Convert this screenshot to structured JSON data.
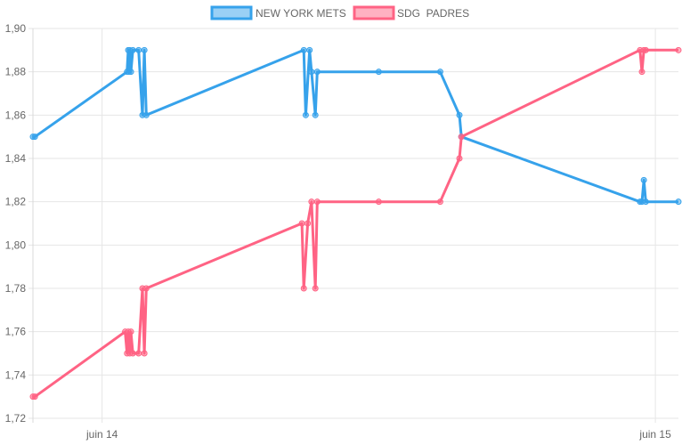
{
  "chart_data": {
    "type": "line",
    "x_unit": "time",
    "y_tick_labels": [
      "1,72",
      "1,74",
      "1,76",
      "1,78",
      "1,80",
      "1,82",
      "1,84",
      "1,86",
      "1,88",
      "1,90"
    ],
    "y_ticks": [
      1.72,
      1.74,
      1.76,
      1.78,
      1.8,
      1.82,
      1.84,
      1.86,
      1.88,
      1.9
    ],
    "ylim": [
      1.72,
      1.9
    ],
    "x_tick_labels": [
      "juin 14",
      "juin 15"
    ],
    "x_ticks": [
      "2014-06-14T00:00",
      "2014-06-15T00:00"
    ],
    "xlim": [
      "2014-06-13T21:00",
      "2014-06-15T01:00"
    ],
    "legend": {
      "position": "top"
    },
    "series": [
      {
        "name": "NEW YORK METS",
        "color": "#36a2eb",
        "points": [
          [
            "2014-06-13T21:00",
            1.85
          ],
          [
            "2014-06-13T21:05",
            1.85
          ],
          [
            "2014-06-14T01:05",
            1.88
          ],
          [
            "2014-06-14T01:08",
            1.89
          ],
          [
            "2014-06-14T01:10",
            1.88
          ],
          [
            "2014-06-14T01:12",
            1.89
          ],
          [
            "2014-06-14T01:15",
            1.88
          ],
          [
            "2014-06-14T01:20",
            1.89
          ],
          [
            "2014-06-14T01:35",
            1.89
          ],
          [
            "2014-06-14T01:45",
            1.86
          ],
          [
            "2014-06-14T01:50",
            1.89
          ],
          [
            "2014-06-14T01:55",
            1.86
          ],
          [
            "2014-06-14T08:45",
            1.89
          ],
          [
            "2014-06-14T08:50",
            1.86
          ],
          [
            "2014-06-14T09:00",
            1.89
          ],
          [
            "2014-06-14T09:05",
            1.88
          ],
          [
            "2014-06-14T09:15",
            1.86
          ],
          [
            "2014-06-14T09:20",
            1.88
          ],
          [
            "2014-06-14T12:00",
            1.88
          ],
          [
            "2014-06-14T14:40",
            1.88
          ],
          [
            "2014-06-14T15:30",
            1.86
          ],
          [
            "2014-06-14T15:35",
            1.85
          ],
          [
            "2014-06-14T23:20",
            1.82
          ],
          [
            "2014-06-14T23:25",
            1.82
          ],
          [
            "2014-06-14T23:30",
            1.83
          ],
          [
            "2014-06-14T23:35",
            1.82
          ],
          [
            "2014-06-15T01:00",
            1.82
          ]
        ]
      },
      {
        "name": "SDG  PADRES",
        "color": "#ff6384",
        "points": [
          [
            "2014-06-13T21:00",
            1.73
          ],
          [
            "2014-06-13T21:05",
            1.73
          ],
          [
            "2014-06-14T01:00",
            1.76
          ],
          [
            "2014-06-14T01:05",
            1.75
          ],
          [
            "2014-06-14T01:08",
            1.76
          ],
          [
            "2014-06-14T01:12",
            1.75
          ],
          [
            "2014-06-14T01:15",
            1.76
          ],
          [
            "2014-06-14T01:20",
            1.75
          ],
          [
            "2014-06-14T01:35",
            1.75
          ],
          [
            "2014-06-14T01:45",
            1.78
          ],
          [
            "2014-06-14T01:50",
            1.75
          ],
          [
            "2014-06-14T01:55",
            1.78
          ],
          [
            "2014-06-14T08:40",
            1.81
          ],
          [
            "2014-06-14T08:45",
            1.78
          ],
          [
            "2014-06-14T08:55",
            1.81
          ],
          [
            "2014-06-14T09:05",
            1.82
          ],
          [
            "2014-06-14T09:15",
            1.78
          ],
          [
            "2014-06-14T09:20",
            1.82
          ],
          [
            "2014-06-14T12:00",
            1.82
          ],
          [
            "2014-06-14T14:40",
            1.82
          ],
          [
            "2014-06-14T15:30",
            1.84
          ],
          [
            "2014-06-14T15:35",
            1.85
          ],
          [
            "2014-06-14T23:20",
            1.89
          ],
          [
            "2014-06-14T23:25",
            1.88
          ],
          [
            "2014-06-14T23:30",
            1.89
          ],
          [
            "2014-06-14T23:35",
            1.89
          ],
          [
            "2014-06-15T01:00",
            1.89
          ]
        ]
      }
    ]
  }
}
